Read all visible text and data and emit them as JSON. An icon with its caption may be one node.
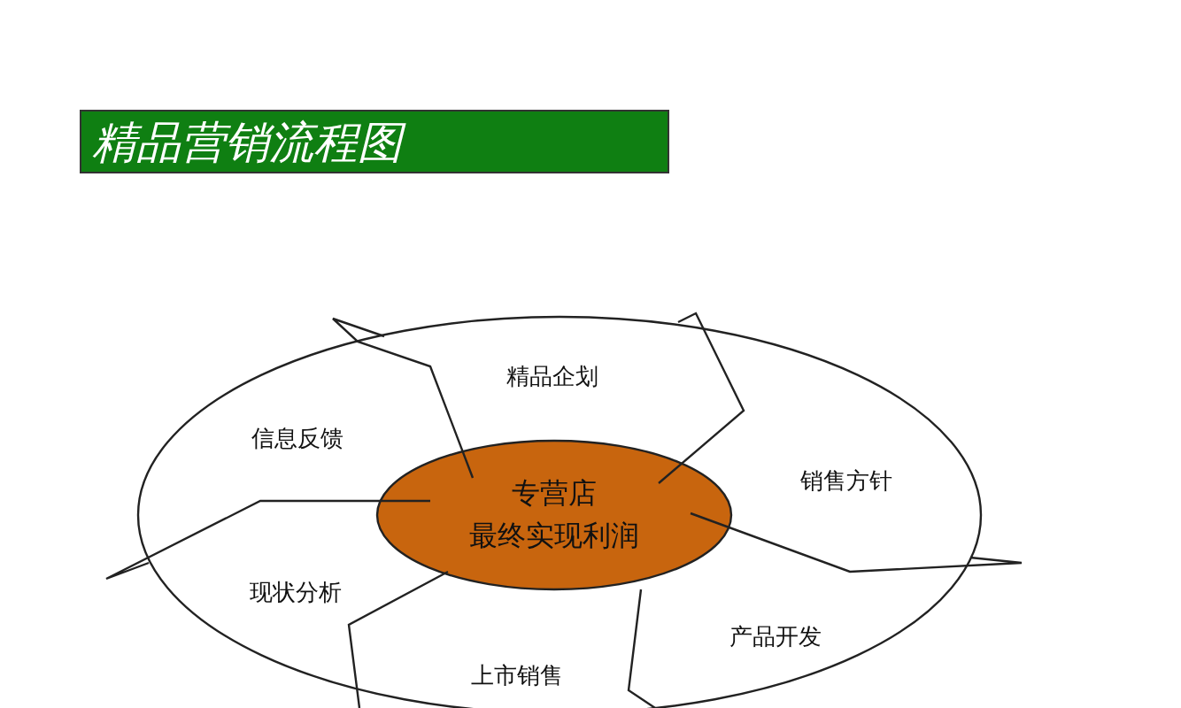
{
  "diagram": {
    "title": "精品营销流程图",
    "nodes": [
      {
        "text": [],
        "shape": "ellipse"
      },
      {
        "text": [
          "专营店",
          "最终实现利润"
        ],
        "in": 0
      }
    ],
    "labels": [
      "精品企划",
      "信息反馈",
      "销售方针",
      "现状分析",
      "产品开发",
      "上市销售"
    ]
  }
}
